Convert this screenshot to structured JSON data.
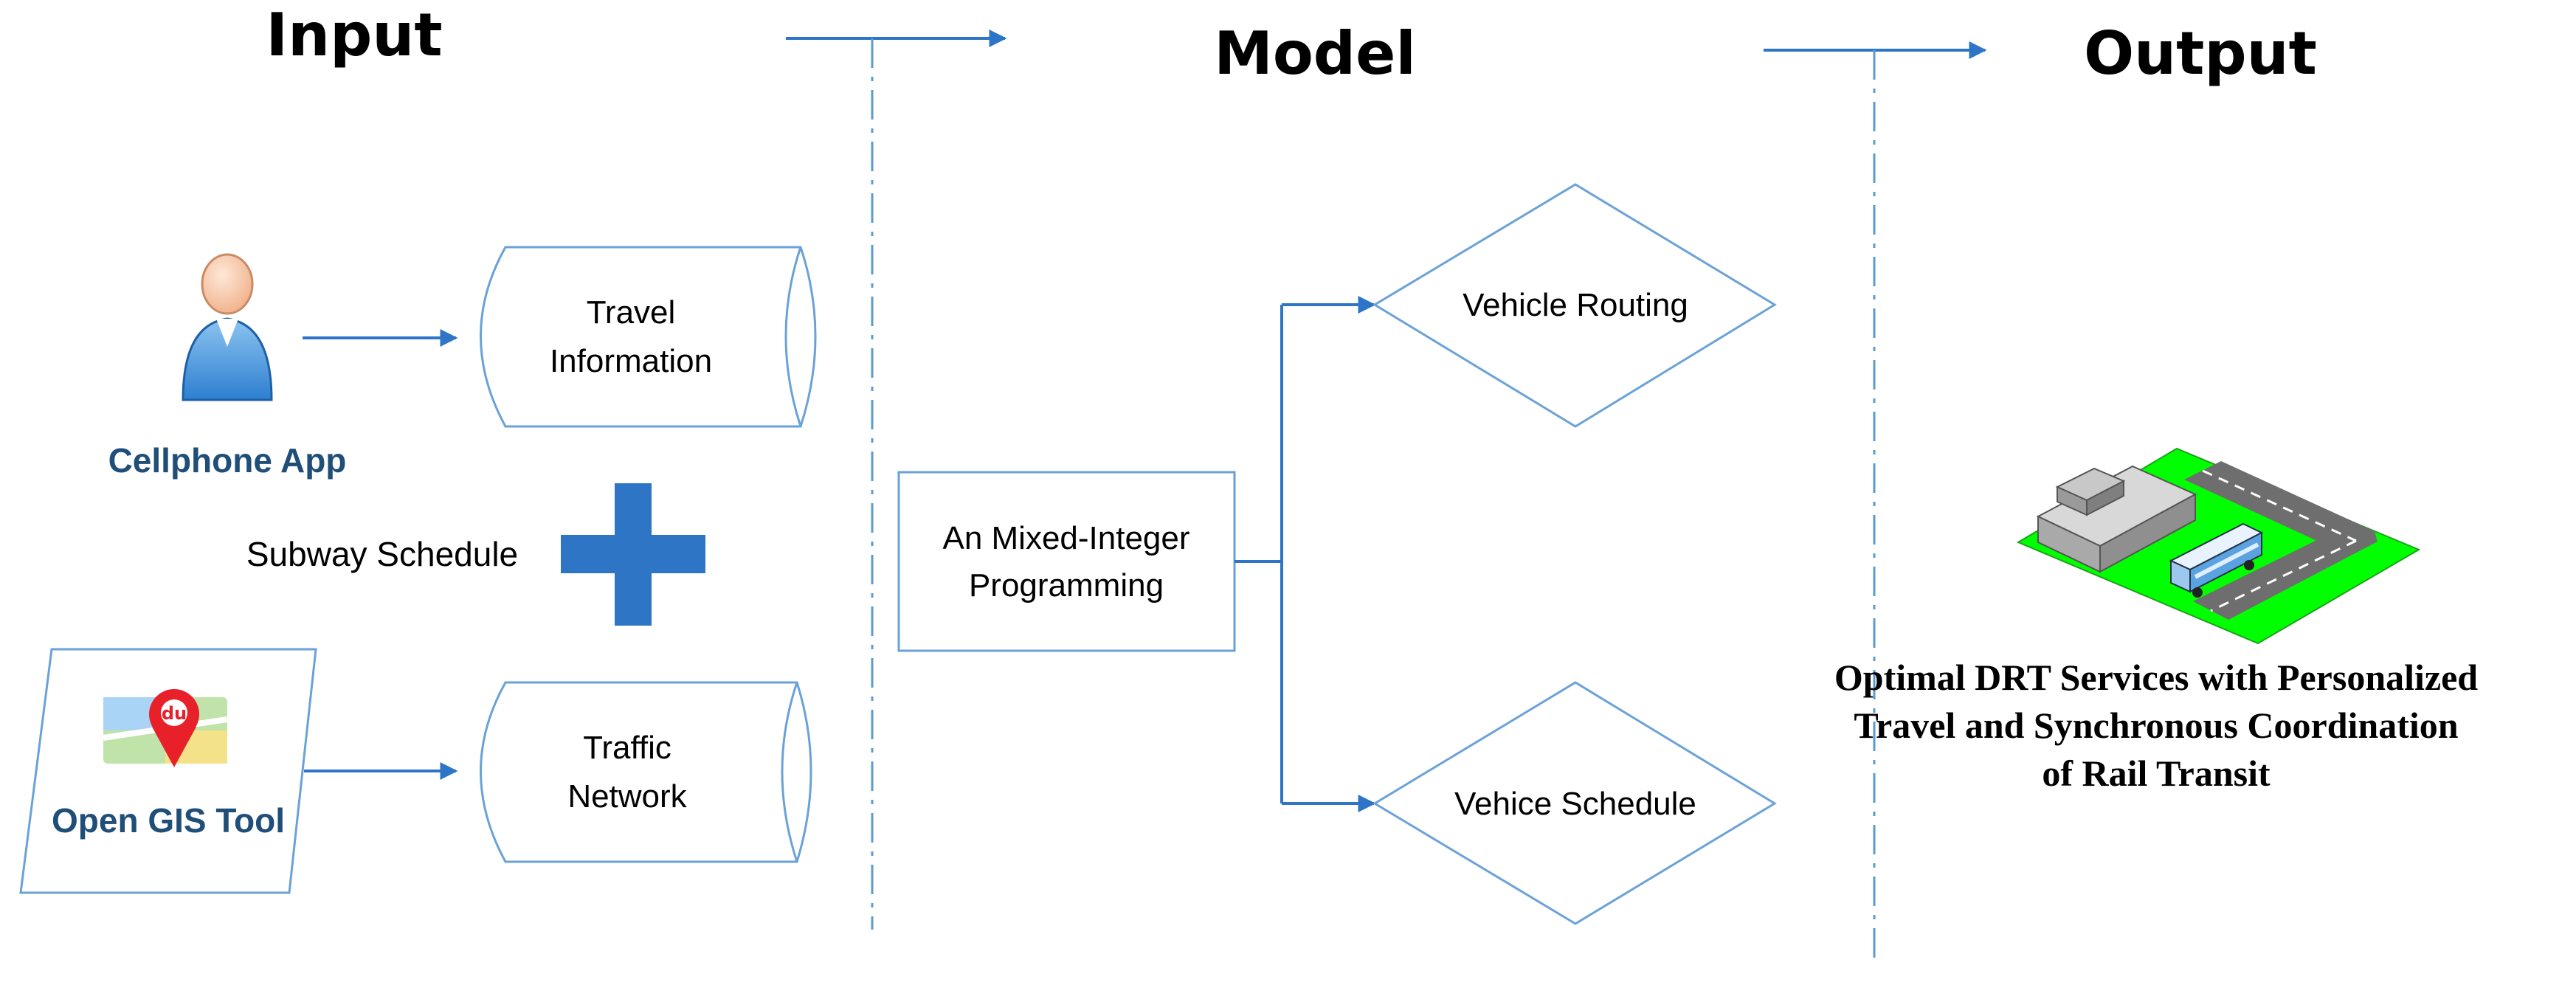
{
  "headers": {
    "input": "Input",
    "model": "Model",
    "output": "Output"
  },
  "input": {
    "cellphone_label": "Cellphone App",
    "travel_info_line1": "Travel",
    "travel_info_line2": "Information",
    "subway_label": "Subway Schedule",
    "gis_label": "Open GIS Tool",
    "gis_logo_text": "du",
    "traffic_line1": "Traffic",
    "traffic_line2": "Network"
  },
  "model": {
    "mip_line1": "An Mixed-Integer",
    "mip_line2": "Programming",
    "routing_label": "Vehicle Routing",
    "schedule_label": "Vehice Schedule"
  },
  "output": {
    "line1": "Optimal DRT Services with  Personalized",
    "line2": "Travel and Synchronous Coordination",
    "line3": "of Rail Transit"
  },
  "colors": {
    "accent_blue": "#2e75c8",
    "shape_outline": "#6aa2d8",
    "plus_blue": "#2f75c6",
    "grass_green": "#00ff00",
    "label_blue": "#1f4e79"
  },
  "icons": {
    "person": "person-user-icon",
    "plus": "plus-icon",
    "map_pin": "map-pin-icon",
    "bus_scene": "bus-station-scene-icon"
  }
}
